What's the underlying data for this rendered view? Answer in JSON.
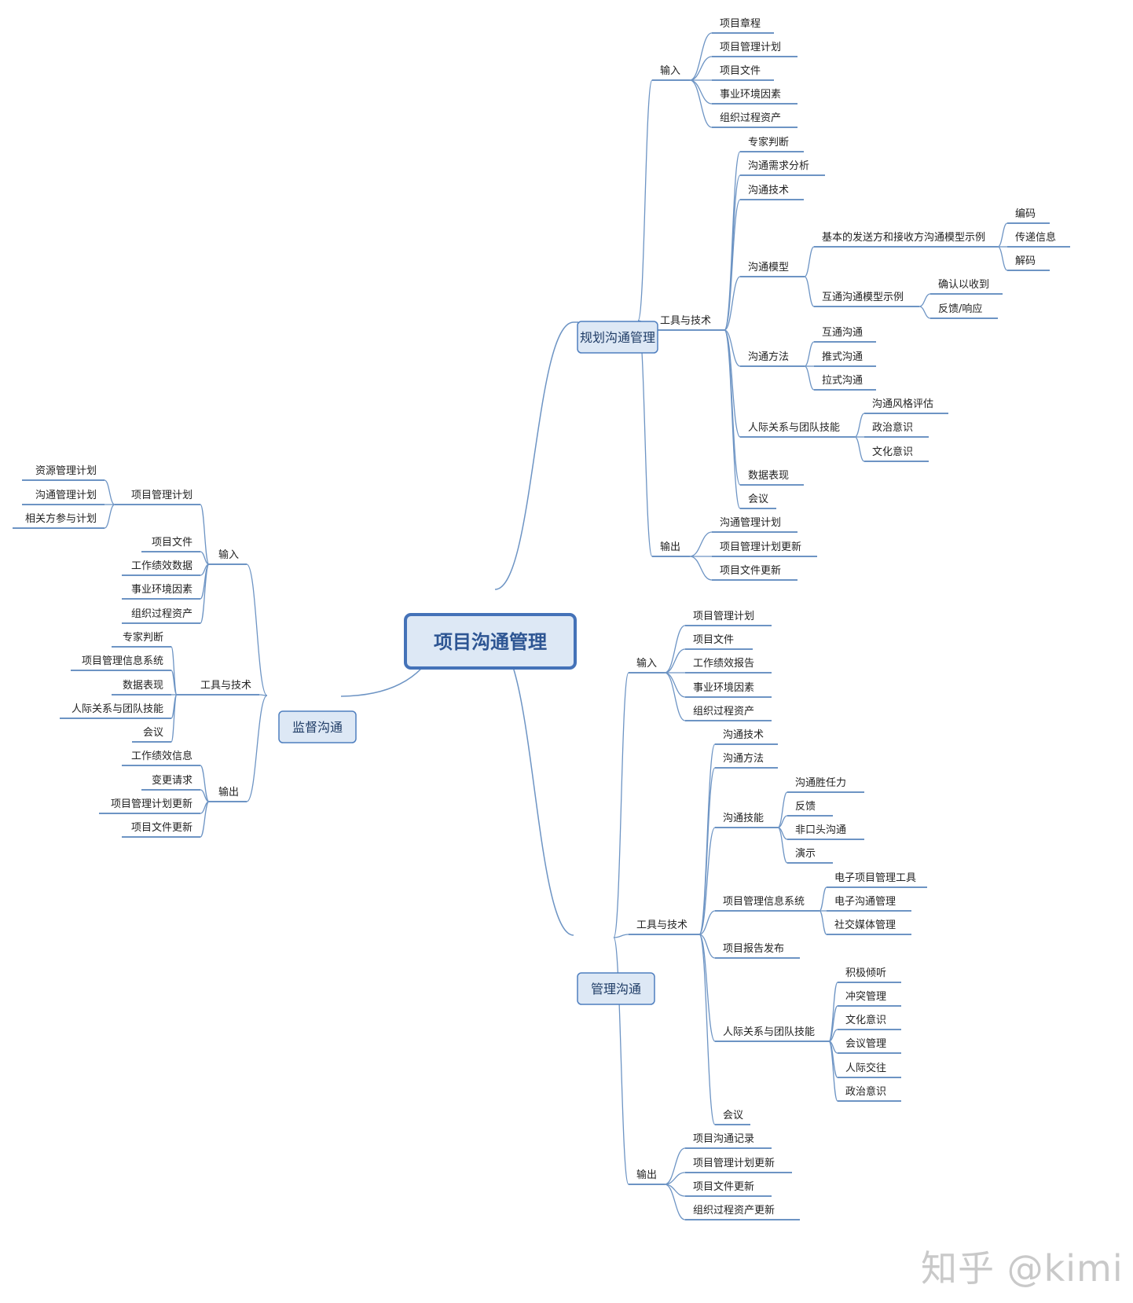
{
  "central": "项目沟通管理",
  "watermark": "知乎 @kimi",
  "colors": {
    "line": "#6d94c4",
    "node_fill": "#dde8f5",
    "node_border": "#4f7fbf",
    "central_border": "#4472b8",
    "text": "#222222",
    "branch_text": "#1f3c66",
    "central_text": "#2d5593"
  },
  "branches": {
    "plan": {
      "label": "规划沟通管理",
      "groups": {
        "input": {
          "label": "输入",
          "items": [
            "项目章程",
            "项目管理计划",
            "项目文件",
            "事业环境因素",
            "组织过程资产"
          ]
        },
        "tools": {
          "label": "工具与技术",
          "items": {
            "t1": "专家判断",
            "t2": "沟通需求分析",
            "t3": "沟通技术",
            "t4": "沟通模型",
            "t4_basic": "基本的发送方和接收方沟通模型示例",
            "t4_basic_items": [
              "编码",
              "传递信息",
              "解码"
            ],
            "t4_inter": "互通沟通模型示例",
            "t4_inter_items": [
              "确认以收到",
              "反馈/响应"
            ],
            "t5": "沟通方法",
            "t5_items": [
              "互通沟通",
              "推式沟通",
              "拉式沟通"
            ],
            "t6": "人际关系与团队技能",
            "t6_items": [
              "沟通风格评估",
              "政治意识",
              "文化意识"
            ],
            "t7": "数据表现",
            "t8": "会议"
          }
        },
        "output": {
          "label": "输出",
          "items": [
            "沟通管理计划",
            "项目管理计划更新",
            "项目文件更新"
          ]
        }
      }
    },
    "manage": {
      "label": "管理沟通",
      "groups": {
        "input": {
          "label": "输入",
          "items": [
            "项目管理计划",
            "项目文件",
            "工作绩效报告",
            "事业环境因素",
            "组织过程资产"
          ]
        },
        "tools": {
          "label": "工具与技术",
          "items": {
            "m1": "沟通技术",
            "m2": "沟通方法",
            "m3": "沟通技能",
            "m3_items": [
              "沟通胜任力",
              "反馈",
              "非口头沟通",
              "演示"
            ],
            "m4": "项目管理信息系统",
            "m4_items": [
              "电子项目管理工具",
              "电子沟通管理",
              "社交媒体管理"
            ],
            "m5": "项目报告发布",
            "m6": "人际关系与团队技能",
            "m6_items": [
              "积极倾听",
              "冲突管理",
              "文化意识",
              "会议管理",
              "人际交往",
              "政治意识"
            ],
            "m7": "会议"
          }
        },
        "output": {
          "label": "输出",
          "items": [
            "项目沟通记录",
            "项目管理计划更新",
            "项目文件更新",
            "组织过程资产更新"
          ]
        }
      }
    },
    "monitor": {
      "label": "监督沟通",
      "groups": {
        "input": {
          "label": "输入",
          "pmp": "项目管理计划",
          "pmp_items": [
            "资源管理计划",
            "沟通管理计划",
            "相关方参与计划"
          ],
          "items": [
            "项目文件",
            "工作绩效数据",
            "事业环境因素",
            "组织过程资产"
          ]
        },
        "tools": {
          "label": "工具与技术",
          "items": [
            "专家判断",
            "项目管理信息系统",
            "数据表现",
            "人际关系与团队技能",
            "会议"
          ]
        },
        "output": {
          "label": "输出",
          "items": [
            "工作绩效信息",
            "变更请求",
            "项目管理计划更新",
            "项目文件更新"
          ]
        }
      }
    }
  }
}
